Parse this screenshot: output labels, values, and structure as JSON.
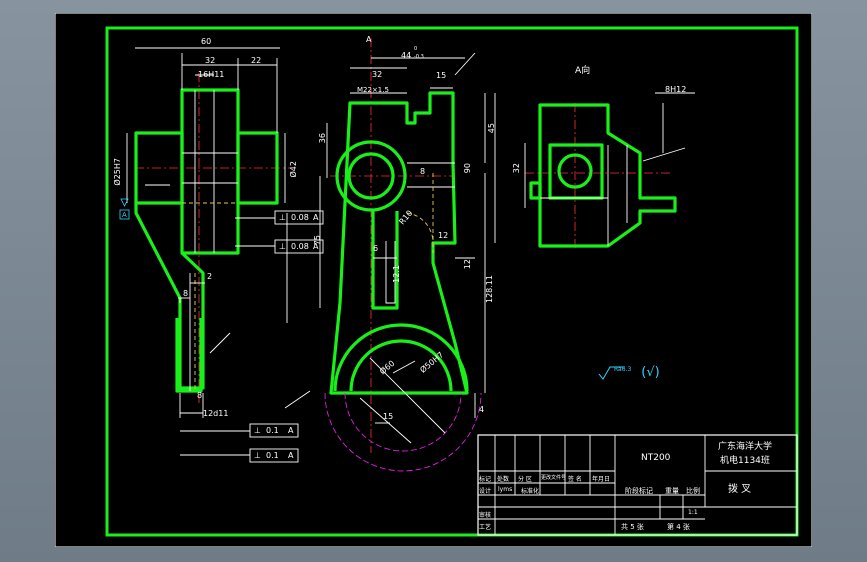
{
  "drawing": {
    "model": "NT200",
    "part_name": "拨 叉",
    "school": "广东海洋大学",
    "class_name": "机电1134班",
    "scale": "1:1",
    "sheets_total": "共 5 张",
    "sheet_no": "第 4 张",
    "view_label": "A向",
    "section_mark": "A",
    "roughness_note": "Ra6.3",
    "roughness_paren": "(√)"
  },
  "title_block": {
    "row1": [
      "标记",
      "处数",
      "分 区",
      "更改文件号",
      "签 名",
      "年月日"
    ],
    "designer": "设计",
    "designer_name": "lyms",
    "standardize": "标准化",
    "stage_mark": "阶段标记",
    "weight": "重量",
    "ratio": "比例",
    "review": "审核",
    "process": "工艺"
  },
  "dims": {
    "d60": "60",
    "d32a": "32",
    "d32b": "32",
    "d22": "22",
    "d16h11": "16H11",
    "phi25h7": "Ø25H7",
    "phi42": "Ø42",
    "perp1": "⊥",
    "tol008a": "0.08",
    "tol008b": "0.08",
    "datum_a": "A",
    "d75": "75",
    "d2": "2",
    "d8a": "8",
    "d8b": "8",
    "d12h11": "12d11",
    "tol01a": "0.1",
    "tol01b": "0.1",
    "d44": "44",
    "d44_tol": "-0.3",
    "d44_top": "0",
    "m22": "M22×1.5",
    "d15a": "15",
    "d36": "36",
    "d45": "45",
    "d90": "90",
    "r10": "R10",
    "d8c": "8",
    "d6": "6",
    "d12a": "12",
    "d12b": "12",
    "d121": "12.1",
    "d128": "128.11",
    "phi50h7": "Ø50H7",
    "phi60": "Ø60",
    "d15b": "15",
    "d4": "4",
    "d8h12": "8H12",
    "d32c": "32"
  }
}
